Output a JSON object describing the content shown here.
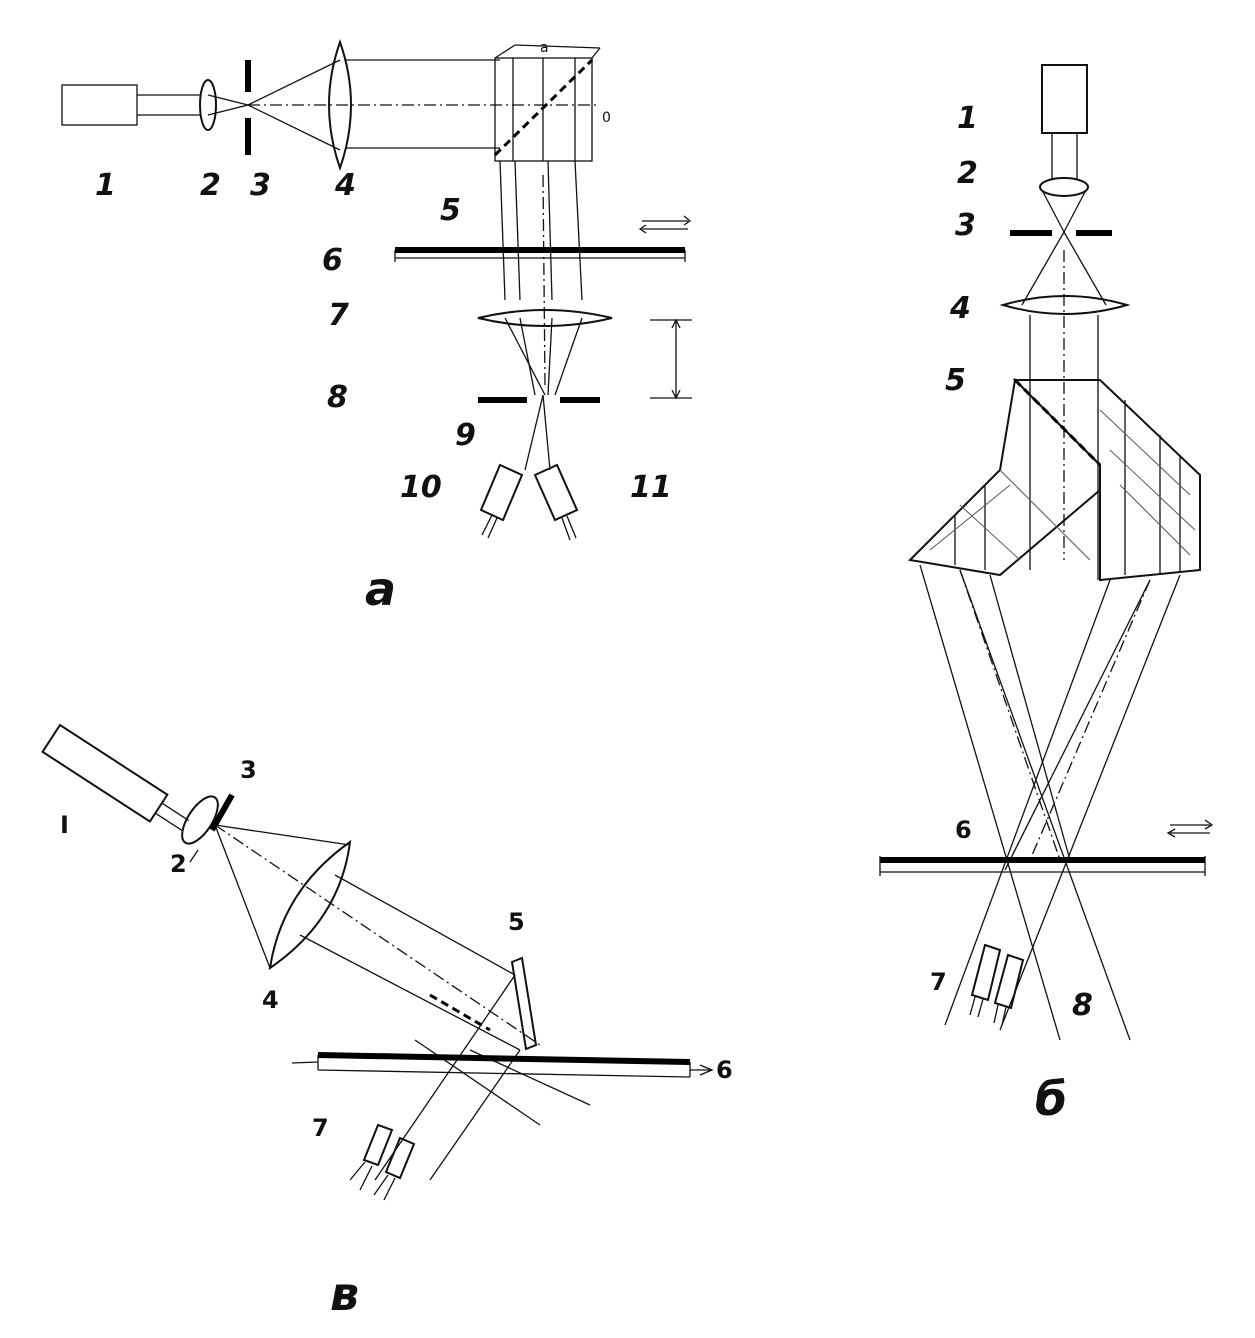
{
  "diagram_a": {
    "caption": "a",
    "labels": [
      "1",
      "2",
      "3",
      "4",
      "5",
      "6",
      "7",
      "8",
      "9",
      "10",
      "11"
    ],
    "small_labels": [
      "a",
      "0"
    ]
  },
  "diagram_b": {
    "caption": "б",
    "labels": [
      "1",
      "2",
      "3",
      "4",
      "5",
      "6",
      "7",
      "8"
    ]
  },
  "diagram_v": {
    "caption": "в",
    "labels": [
      "I",
      "2",
      "3",
      "4",
      "5",
      "6",
      "7"
    ]
  }
}
